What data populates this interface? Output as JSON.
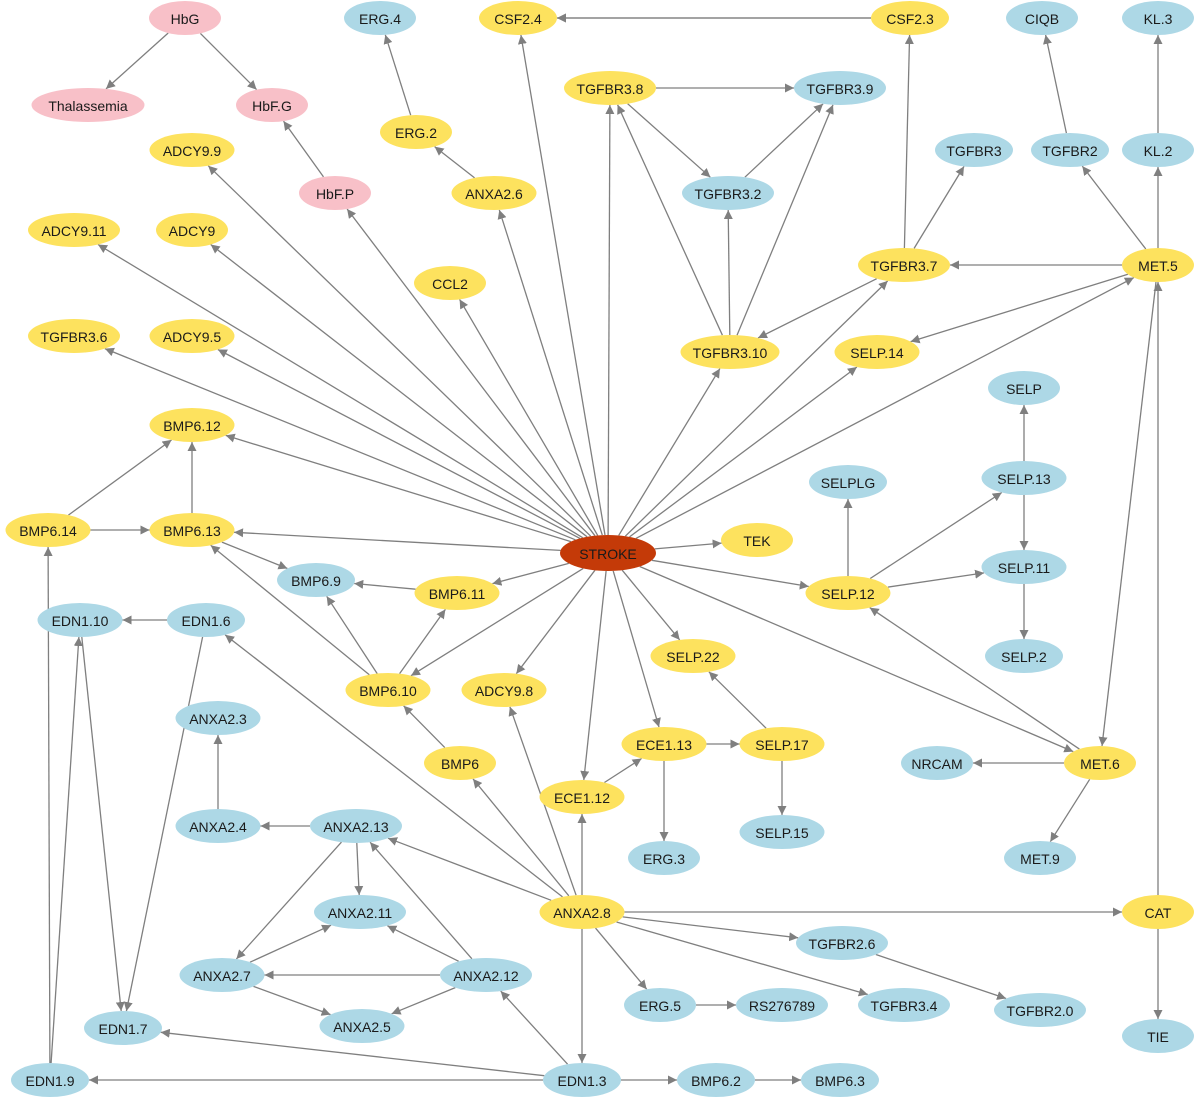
{
  "colors": {
    "pink": "#f8c0c8",
    "blue": "#add8e6",
    "yellow": "#fde25e",
    "hub": "#c43a08",
    "edge": "#7f7f7f"
  },
  "nodes": [
    {
      "id": "HbG",
      "label": "HbG",
      "color": "pink"
    },
    {
      "id": "Thalassemia",
      "label": "Thalassemia",
      "color": "pink"
    },
    {
      "id": "HbF.G",
      "label": "HbF.G",
      "color": "pink"
    },
    {
      "id": "HbF.P",
      "label": "HbF.P",
      "color": "pink"
    },
    {
      "id": "ERG.4",
      "label": "ERG.4",
      "color": "blue"
    },
    {
      "id": "ERG.2",
      "label": "ERG.2",
      "color": "yellow"
    },
    {
      "id": "CSF2.4",
      "label": "CSF2.4",
      "color": "yellow"
    },
    {
      "id": "CSF2.3",
      "label": "CSF2.3",
      "color": "yellow"
    },
    {
      "id": "CIQB",
      "label": "CIQB",
      "color": "blue"
    },
    {
      "id": "KL.3",
      "label": "KL.3",
      "color": "blue"
    },
    {
      "id": "TGFBR3.8",
      "label": "TGFBR3.8",
      "color": "yellow"
    },
    {
      "id": "TGFBR3.9",
      "label": "TGFBR3.9",
      "color": "blue"
    },
    {
      "id": "ADCY9.9",
      "label": "ADCY9.9",
      "color": "yellow"
    },
    {
      "id": "ANXA2.6",
      "label": "ANXA2.6",
      "color": "yellow"
    },
    {
      "id": "TGFBR3.2",
      "label": "TGFBR3.2",
      "color": "blue"
    },
    {
      "id": "TGFBR3",
      "label": "TGFBR3",
      "color": "blue"
    },
    {
      "id": "TGFBR2",
      "label": "TGFBR2",
      "color": "blue"
    },
    {
      "id": "KL.2",
      "label": "KL.2",
      "color": "blue"
    },
    {
      "id": "ADCY9.11",
      "label": "ADCY9.11",
      "color": "yellow"
    },
    {
      "id": "ADCY9",
      "label": "ADCY9",
      "color": "yellow"
    },
    {
      "id": "CCL2",
      "label": "CCL2",
      "color": "yellow"
    },
    {
      "id": "TGFBR3.7",
      "label": "TGFBR3.7",
      "color": "yellow"
    },
    {
      "id": "MET.5",
      "label": "MET.5",
      "color": "yellow"
    },
    {
      "id": "TGFBR3.6",
      "label": "TGFBR3.6",
      "color": "yellow"
    },
    {
      "id": "ADCY9.5",
      "label": "ADCY9.5",
      "color": "yellow"
    },
    {
      "id": "TGFBR3.10",
      "label": "TGFBR3.10",
      "color": "yellow"
    },
    {
      "id": "SELP.14",
      "label": "SELP.14",
      "color": "yellow"
    },
    {
      "id": "SELP",
      "label": "SELP",
      "color": "blue"
    },
    {
      "id": "BMP6.12",
      "label": "BMP6.12",
      "color": "yellow"
    },
    {
      "id": "SELPLG",
      "label": "SELPLG",
      "color": "blue"
    },
    {
      "id": "SELP.13",
      "label": "SELP.13",
      "color": "blue"
    },
    {
      "id": "BMP6.14",
      "label": "BMP6.14",
      "color": "yellow"
    },
    {
      "id": "BMP6.13",
      "label": "BMP6.13",
      "color": "yellow"
    },
    {
      "id": "STROKE",
      "label": "STROKE",
      "color": "hub"
    },
    {
      "id": "TEK",
      "label": "TEK",
      "color": "yellow"
    },
    {
      "id": "BMP6.9",
      "label": "BMP6.9",
      "color": "blue"
    },
    {
      "id": "BMP6.11",
      "label": "BMP6.11",
      "color": "yellow"
    },
    {
      "id": "SELP.12",
      "label": "SELP.12",
      "color": "yellow"
    },
    {
      "id": "SELP.11",
      "label": "SELP.11",
      "color": "blue"
    },
    {
      "id": "EDN1.10",
      "label": "EDN1.10",
      "color": "blue"
    },
    {
      "id": "EDN1.6",
      "label": "EDN1.6",
      "color": "blue"
    },
    {
      "id": "SELP.22",
      "label": "SELP.22",
      "color": "yellow"
    },
    {
      "id": "SELP.2",
      "label": "SELP.2",
      "color": "blue"
    },
    {
      "id": "BMP6.10",
      "label": "BMP6.10",
      "color": "yellow"
    },
    {
      "id": "ADCY9.8",
      "label": "ADCY9.8",
      "color": "yellow"
    },
    {
      "id": "ANXA2.3",
      "label": "ANXA2.3",
      "color": "blue"
    },
    {
      "id": "ECE1.13",
      "label": "ECE1.13",
      "color": "yellow"
    },
    {
      "id": "SELP.17",
      "label": "SELP.17",
      "color": "yellow"
    },
    {
      "id": "BMP6",
      "label": "BMP6",
      "color": "yellow"
    },
    {
      "id": "NRCAM",
      "label": "NRCAM",
      "color": "blue"
    },
    {
      "id": "MET.6",
      "label": "MET.6",
      "color": "yellow"
    },
    {
      "id": "ECE1.12",
      "label": "ECE1.12",
      "color": "yellow"
    },
    {
      "id": "ANXA2.4",
      "label": "ANXA2.4",
      "color": "blue"
    },
    {
      "id": "ANXA2.13",
      "label": "ANXA2.13",
      "color": "blue"
    },
    {
      "id": "SELP.15",
      "label": "SELP.15",
      "color": "blue"
    },
    {
      "id": "ERG.3",
      "label": "ERG.3",
      "color": "blue"
    },
    {
      "id": "MET.9",
      "label": "MET.9",
      "color": "blue"
    },
    {
      "id": "ANXA2.11",
      "label": "ANXA2.11",
      "color": "blue"
    },
    {
      "id": "ANXA2.8",
      "label": "ANXA2.8",
      "color": "yellow"
    },
    {
      "id": "CAT",
      "label": "CAT",
      "color": "yellow"
    },
    {
      "id": "TGFBR2.6",
      "label": "TGFBR2.6",
      "color": "blue"
    },
    {
      "id": "ANXA2.7",
      "label": "ANXA2.7",
      "color": "blue"
    },
    {
      "id": "ANXA2.12",
      "label": "ANXA2.12",
      "color": "blue"
    },
    {
      "id": "ERG.5",
      "label": "ERG.5",
      "color": "blue"
    },
    {
      "id": "RS276789",
      "label": "RS276789",
      "color": "blue"
    },
    {
      "id": "TGFBR3.4",
      "label": "TGFBR3.4",
      "color": "blue"
    },
    {
      "id": "TGFBR2.0",
      "label": "TGFBR2.0",
      "color": "blue"
    },
    {
      "id": "EDN1.7",
      "label": "EDN1.7",
      "color": "blue"
    },
    {
      "id": "ANXA2.5",
      "label": "ANXA2.5",
      "color": "blue"
    },
    {
      "id": "TIE",
      "label": "TIE",
      "color": "blue"
    },
    {
      "id": "EDN1.9",
      "label": "EDN1.9",
      "color": "blue"
    },
    {
      "id": "EDN1.3",
      "label": "EDN1.3",
      "color": "blue"
    },
    {
      "id": "BMP6.2",
      "label": "BMP6.2",
      "color": "blue"
    },
    {
      "id": "BMP6.3",
      "label": "BMP6.3",
      "color": "blue"
    }
  ],
  "edges": [
    [
      "HbG",
      "Thalassemia"
    ],
    [
      "HbG",
      "HbF.G"
    ],
    [
      "HbF.P",
      "HbF.G"
    ],
    [
      "ERG.2",
      "ERG.4"
    ],
    [
      "CSF2.3",
      "CSF2.4"
    ],
    [
      "CSF2.3",
      "CSF2.4"
    ],
    [
      "TGFBR3.8",
      "TGFBR3.9"
    ],
    [
      "TGFBR3.8",
      "TGFBR3.2"
    ],
    [
      "TGFBR3.2",
      "TGFBR3.9"
    ],
    [
      "TGFBR3.10",
      "TGFBR3.2"
    ],
    [
      "TGFBR3.10",
      "TGFBR3.8"
    ],
    [
      "TGFBR3.10",
      "TGFBR3.9"
    ],
    [
      "ANXA2.6",
      "ERG.2"
    ],
    [
      "TGFBR3.7",
      "CSF2.3"
    ],
    [
      "TGFBR3.7",
      "TGFBR3"
    ],
    [
      "TGFBR3.7",
      "TGFBR3.10"
    ],
    [
      "MET.5",
      "TGFBR3.7"
    ],
    [
      "MET.5",
      "TGFBR2"
    ],
    [
      "MET.5",
      "KL.2"
    ],
    [
      "MET.5",
      "SELP.14"
    ],
    [
      "MET.5",
      "MET.6"
    ],
    [
      "TGFBR2",
      "CIQB"
    ],
    [
      "KL.2",
      "KL.3"
    ],
    [
      "STROKE",
      "ADCY9.9"
    ],
    [
      "STROKE",
      "ADCY9.11"
    ],
    [
      "STROKE",
      "ADCY9"
    ],
    [
      "STROKE",
      "HbF.P"
    ],
    [
      "STROKE",
      "CCL2"
    ],
    [
      "STROKE",
      "ANXA2.6"
    ],
    [
      "STROKE",
      "CSF2.4"
    ],
    [
      "STROKE",
      "TGFBR3.8"
    ],
    [
      "STROKE",
      "TGFBR3.10"
    ],
    [
      "STROKE",
      "TGFBR3.7"
    ],
    [
      "STROKE",
      "MET.5"
    ],
    [
      "STROKE",
      "SELP.14"
    ],
    [
      "STROKE",
      "TGFBR3.6"
    ],
    [
      "STROKE",
      "ADCY9.5"
    ],
    [
      "STROKE",
      "BMP6.12"
    ],
    [
      "STROKE",
      "BMP6.13"
    ],
    [
      "STROKE",
      "TEK"
    ],
    [
      "STROKE",
      "BMP6.11"
    ],
    [
      "STROKE",
      "SELP.12"
    ],
    [
      "STROKE",
      "BMP6.10"
    ],
    [
      "STROKE",
      "ADCY9.8"
    ],
    [
      "STROKE",
      "SELP.22"
    ],
    [
      "STROKE",
      "ECE1.13"
    ],
    [
      "STROKE",
      "ECE1.12"
    ],
    [
      "STROKE",
      "MET.6"
    ],
    [
      "BMP6.14",
      "BMP6.12"
    ],
    [
      "BMP6.14",
      "BMP6.13"
    ],
    [
      "BMP6.13",
      "BMP6.12"
    ],
    [
      "BMP6.13",
      "BMP6.9"
    ],
    [
      "BMP6.11",
      "BMP6.9"
    ],
    [
      "BMP6.10",
      "BMP6.9"
    ],
    [
      "BMP6.10",
      "BMP6.11"
    ],
    [
      "BMP6.10",
      "BMP6.13"
    ],
    [
      "BMP6",
      "BMP6.10"
    ],
    [
      "SELP.12",
      "SELPLG"
    ],
    [
      "SELP.12",
      "SELP.13"
    ],
    [
      "SELP.12",
      "SELP.11"
    ],
    [
      "SELP.13",
      "SELP"
    ],
    [
      "SELP.13",
      "SELP.11"
    ],
    [
      "SELP.11",
      "SELP.2"
    ],
    [
      "MET.6",
      "SELP.12"
    ],
    [
      "MET.6",
      "NRCAM"
    ],
    [
      "MET.6",
      "MET.9"
    ],
    [
      "EDN1.6",
      "EDN1.10"
    ],
    [
      "EDN1.6",
      "EDN1.7"
    ],
    [
      "EDN1.10",
      "EDN1.7"
    ],
    [
      "EDN1.9",
      "BMP6.14"
    ],
    [
      "EDN1.9",
      "EDN1.10"
    ],
    [
      "SELP.17",
      "SELP.22"
    ],
    [
      "SELP.17",
      "SELP.15"
    ],
    [
      "ECE1.13",
      "SELP.17"
    ],
    [
      "ECE1.13",
      "ERG.3"
    ],
    [
      "ECE1.12",
      "ECE1.13"
    ],
    [
      "ANXA2.8",
      "EDN1.6"
    ],
    [
      "ANXA2.8",
      "ADCY9.8"
    ],
    [
      "ANXA2.8",
      "BMP6"
    ],
    [
      "ANXA2.8",
      "ECE1.12"
    ],
    [
      "ANXA2.8",
      "ANXA2.13"
    ],
    [
      "ANXA2.8",
      "CAT"
    ],
    [
      "ANXA2.8",
      "TGFBR2.6"
    ],
    [
      "ANXA2.8",
      "TGFBR3.4"
    ],
    [
      "ANXA2.8",
      "ERG.5"
    ],
    [
      "ANXA2.8",
      "EDN1.3"
    ],
    [
      "ANXA2.4",
      "ANXA2.3"
    ],
    [
      "ANXA2.13",
      "ANXA2.4"
    ],
    [
      "ANXA2.13",
      "ANXA2.11"
    ],
    [
      "ANXA2.13",
      "ANXA2.7"
    ],
    [
      "ANXA2.7",
      "ANXA2.11"
    ],
    [
      "ANXA2.7",
      "ANXA2.5"
    ],
    [
      "ANXA2.12",
      "ANXA2.13"
    ],
    [
      "ANXA2.12",
      "ANXA2.11"
    ],
    [
      "ANXA2.12",
      "ANXA2.7"
    ],
    [
      "ANXA2.12",
      "ANXA2.5"
    ],
    [
      "EDN1.3",
      "ANXA2.12"
    ],
    [
      "EDN1.3",
      "EDN1.7"
    ],
    [
      "EDN1.3",
      "EDN1.9"
    ],
    [
      "EDN1.3",
      "BMP6.2"
    ],
    [
      "BMP6.2",
      "BMP6.3"
    ],
    [
      "ERG.5",
      "RS276789"
    ],
    [
      "TGFBR2.6",
      "TGFBR2.0"
    ],
    [
      "CAT",
      "TIE"
    ],
    [
      "CAT",
      "MET.5"
    ]
  ]
}
